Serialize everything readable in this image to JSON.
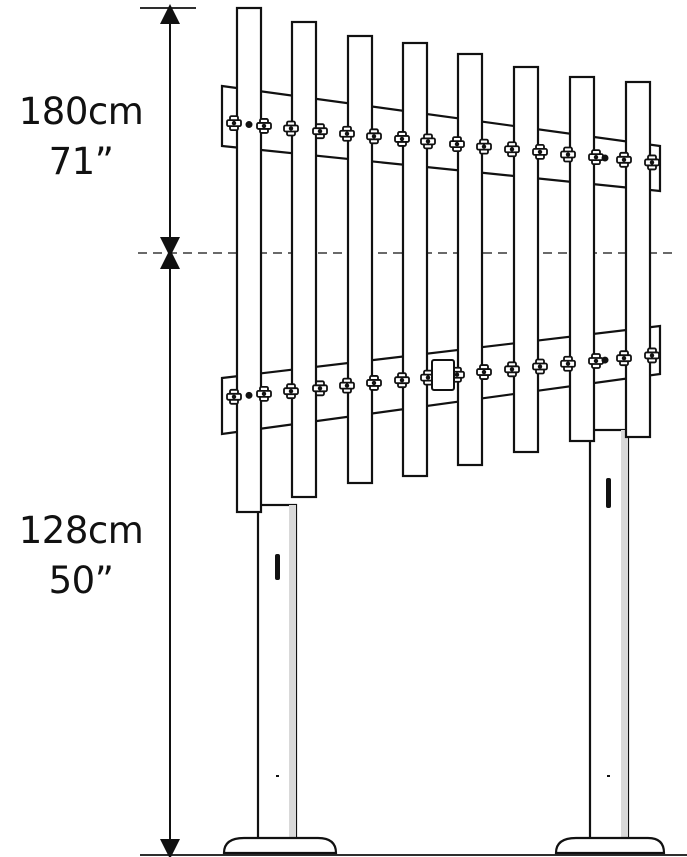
{
  "dimensions": {
    "upper_section": {
      "metric": "180cm",
      "imperial": "71”"
    },
    "lower_section": {
      "metric": "128cm",
      "imperial": "50”"
    }
  },
  "counts": {
    "slats": 8,
    "posts": 2,
    "rails": 2
  },
  "colors": {
    "line": "#111111",
    "fill": "#ffffff",
    "shade": "#d9d9d9"
  }
}
